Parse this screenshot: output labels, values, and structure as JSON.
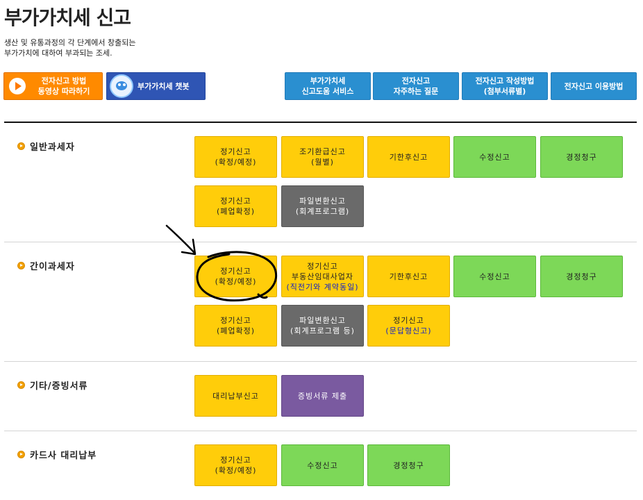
{
  "page": {
    "title": "부가가치세 신고",
    "desc_line1": "생산 및 유통과정의 각 단계에서 창출되는",
    "desc_line2": "부가가치에 대하여 부과되는 조세."
  },
  "top_buttons": {
    "video": {
      "line1": "전자신고 방법",
      "line2": "동영상 따라하기",
      "icon": "play-icon"
    },
    "chatbot": {
      "label": "부가가치세 챗봇",
      "icon": "chatbot-icon"
    },
    "service": {
      "line1": "부가가치세",
      "line2": "신고도움 서비스"
    },
    "faq": {
      "line1": "전자신고",
      "line2": "자주하는 질문"
    },
    "howto": {
      "line1": "전자신고 작성방법",
      "line2": "(첨부서류별)"
    },
    "usage": {
      "label": "전자신고 이용방법"
    }
  },
  "sections": {
    "general": {
      "label": "일반과세자",
      "t1": {
        "line1": "정기신고",
        "line2": "(확정/예정)"
      },
      "t2": {
        "line1": "조기환급신고",
        "line2": "(월별)"
      },
      "t3": {
        "label": "기한후신고"
      },
      "t4": {
        "label": "수정신고"
      },
      "t5": {
        "label": "경정청구"
      },
      "t6": {
        "line1": "정기신고",
        "line2": "(폐업확정)"
      },
      "t7": {
        "line1": "파일변환신고",
        "line2": "(회계프로그램)"
      }
    },
    "simple": {
      "label": "간이과세자",
      "t1": {
        "line1": "정기신고",
        "line2": "(확정/예정)"
      },
      "t2": {
        "line1": "정기신고",
        "line2": "부동산임대사업자",
        "line3": "(직전기와 계약동일)"
      },
      "t3": {
        "label": "기한후신고"
      },
      "t4": {
        "label": "수정신고"
      },
      "t5": {
        "label": "경정청구"
      },
      "t6": {
        "line1": "정기신고",
        "line2": "(폐업확정)"
      },
      "t7": {
        "line1": "파일변환신고",
        "line2": "(회계프로그램 등)"
      },
      "t8": {
        "line1": "정기신고",
        "line2": "(문답형신고)"
      }
    },
    "other": {
      "label": "기타/증빙서류",
      "t1": {
        "label": "대리납부신고"
      },
      "t2": {
        "label": "증빙서류 제출"
      }
    },
    "card": {
      "label": "카드사 대리납부",
      "t1": {
        "line1": "정기신고",
        "line2": "(확정/예정)"
      },
      "t2": {
        "label": "수정신고"
      },
      "t3": {
        "label": "경정청구"
      }
    }
  },
  "colors": {
    "orange": "#ff8a00",
    "navy": "#2f55b4",
    "blue": "#2a8fd0",
    "yellow": "#ffcd0a",
    "green": "#7dd858",
    "gray": "#6a6a6a",
    "purple": "#7a5aa0",
    "annotation": "#000000"
  }
}
